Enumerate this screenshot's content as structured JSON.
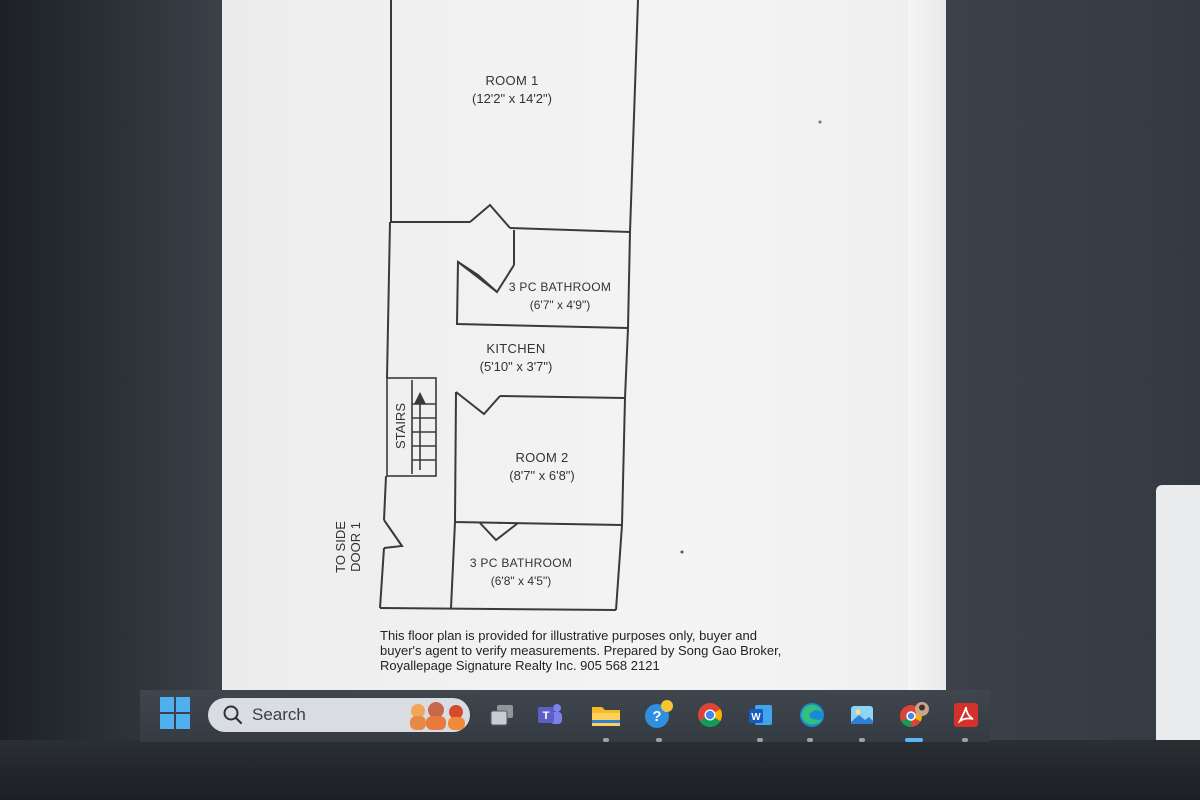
{
  "floor_plan": {
    "rooms": [
      {
        "name": "ROOM 1",
        "dimensions": "(12'2\" x 14'2\")"
      },
      {
        "name": "3 PC BATHROOM",
        "dimensions": "(6'7\" x 4'9\")"
      },
      {
        "name": "KITCHEN",
        "dimensions": "(5'10\" x 3'7\")"
      },
      {
        "name": "ROOM 2",
        "dimensions": "(8'7\" x 6'8\")"
      },
      {
        "name": "3 PC BATHROOM",
        "dimensions": "(6'8\" x 4'5\")"
      }
    ],
    "stairs_label": "STAIRS",
    "side_door_label_line1": "TO SIDE",
    "side_door_label_line2": "DOOR 1",
    "disclaimer": "This floor plan is provided for illustrative purposes only, buyer and buyer's agent to verify measurements. Prepared by Song Gao Broker, Royallepage Signature Realty Inc. 905 568 2121"
  },
  "taskbar": {
    "search_placeholder": "Search",
    "icons": [
      "windows-start-icon",
      "search-icon",
      "task-view-icon",
      "teams-icon",
      "file-explorer-icon",
      "help-icon",
      "chrome-icon",
      "word-icon",
      "edge-icon",
      "photos-icon",
      "chrome-profile-icon",
      "acrobat-icon"
    ],
    "colors": {
      "start_blue": "#4fb0f0",
      "teams_purple": "#5b5fc7",
      "acrobat_red": "#d4312b",
      "edge_blue": "#1b8ad6"
    }
  }
}
